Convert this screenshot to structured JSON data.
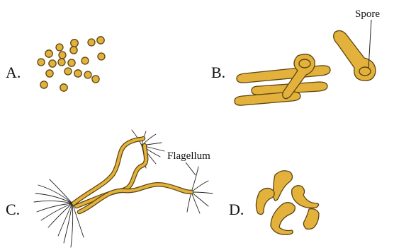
{
  "panels": {
    "a": {
      "letter": "A."
    },
    "b": {
      "letter": "B.",
      "callout": "Spore"
    },
    "c": {
      "letter": "C.",
      "callout": "Flagellum"
    },
    "d": {
      "letter": "D."
    }
  },
  "colors": {
    "cell_fill": "#e3b23c",
    "cell_outline": "#5c4410",
    "line": "#222222",
    "text": "#111111",
    "background": "#ffffff"
  },
  "icons": {
    "a": "cocci-cluster-icon",
    "b": "spore-forming-bacilli-icon",
    "c": "flagellated-spirilla-icon",
    "d": "comma-vibrio-icon"
  }
}
